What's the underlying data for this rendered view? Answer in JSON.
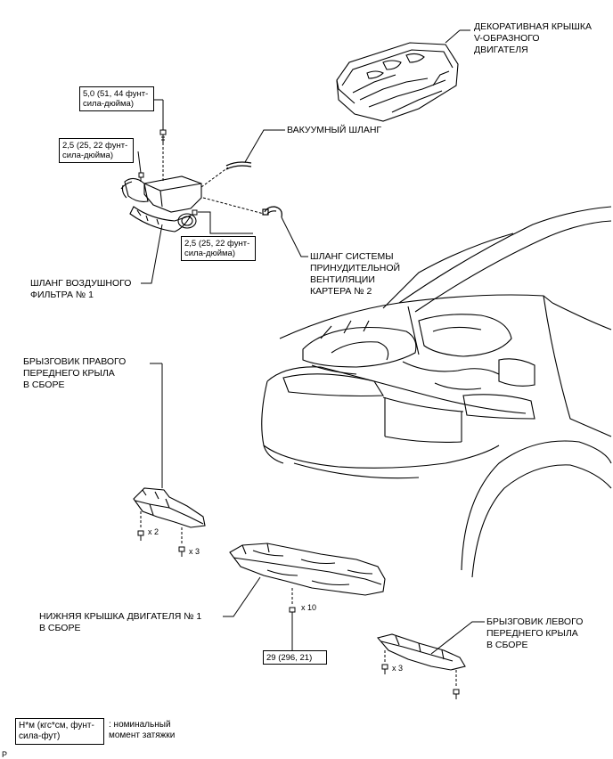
{
  "labels": {
    "engine_cover": "ДЕКОРАТИВНАЯ КРЫШКА\nV-ОБРАЗНОГО\nДВИГАТЕЛЯ",
    "vacuum_hose": "ВАКУУМНЫЙ ШЛАНГ",
    "ventilation_hose": "ШЛАНГ СИСТЕМЫ\nПРИНУДИТЕЛЬНОЙ\nВЕНТИЛЯЦИИ\nКАРТЕРА № 2",
    "air_filter_hose": "ШЛАНГ ВОЗДУШНОГО\nФИЛЬТРА № 1",
    "right_fender_splash": "БРЫЗГОВИК ПРАВОГО\nПЕРЕДНЕГО КРЫЛА\nВ СБОРЕ",
    "engine_under_cover": "НИЖНЯЯ КРЫШКА ДВИГАТЕЛЯ № 1\nВ СБОРЕ",
    "left_fender_splash": "БРЫЗГОВИК ЛЕВОГО\nПЕРЕДНЕГО КРЫЛА\nВ СБОРЕ"
  },
  "torque": {
    "t1": "5,0 (51, 44 фунт-\nсила-дюйма)",
    "t2": "2,5 (25, 22 фунт-\nсила-дюйма)",
    "t3": "2,5 (25, 22 фунт-\nсила-дюйма)",
    "t4": "29 (296, 21)"
  },
  "quantities": {
    "q_right_a": "x 2",
    "q_right_b": "x 3",
    "q_under": "x 10",
    "q_left": "x 3"
  },
  "legend": {
    "unit": "Н*м (кгс*см, фунт-\nсила-фут)",
    "desc": ": номинальный\nмомент затяжки"
  },
  "corner_mark": "P"
}
